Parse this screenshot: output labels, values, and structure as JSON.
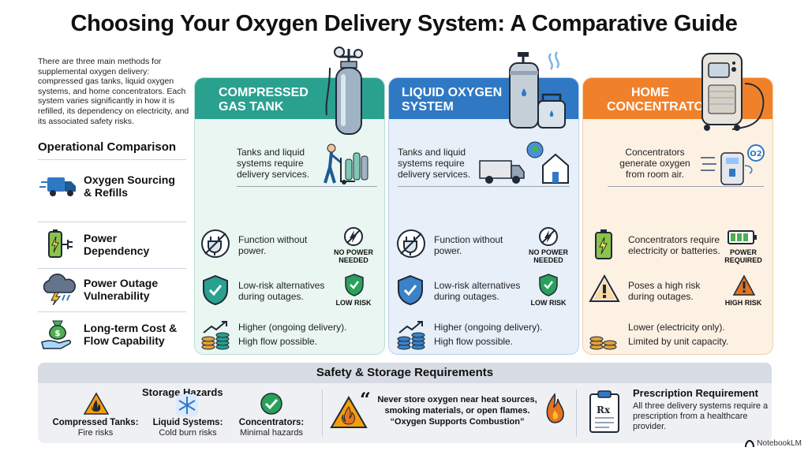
{
  "title": "Choosing Your Oxygen Delivery System: A Comparative Guide",
  "intro": "There are three main methods for supplemental oxygen delivery: compressed gas tanks, liquid oxygen systems, and home concentrators. Each system varies significantly in how it is refilled, its dependency on electricity, and its associated safety risks.",
  "operational": {
    "title": "Operational Comparison",
    "rows": [
      {
        "label_1": "Oxygen Sourcing",
        "label_2": "& Refills"
      },
      {
        "label_1": "Power",
        "label_2": "Dependency"
      },
      {
        "label_1": "Power Outage",
        "label_2": "Vulnerability"
      },
      {
        "label_1": "Long-term Cost &",
        "label_2": "Flow Capability"
      }
    ]
  },
  "columns": [
    {
      "title_1": "COMPRESSED",
      "title_2": "GAS TANK",
      "sourcing": "Tanks and liquid systems require delivery services.",
      "power": "Function without power.",
      "power_badge_1": "NO POWER",
      "power_badge_2": "NEEDED",
      "outage": "Low-risk alternatives during outages.",
      "outage_badge": "LOW RISK",
      "cost_1": "Higher (ongoing delivery).",
      "cost_2": "High flow possible."
    },
    {
      "title_1": "LIQUID OXYGEN",
      "title_2": "SYSTEM",
      "sourcing": "Tanks and liquid systems require delivery services.",
      "power": "Function without power.",
      "power_badge_1": "NO POWER",
      "power_badge_2": "NEEDED",
      "outage": "Low-risk alternatives during outages.",
      "outage_badge": "LOW RISK",
      "cost_1": "Higher (ongoing delivery).",
      "cost_2": "High flow possible."
    },
    {
      "title_1": "HOME",
      "title_2": "CONCENTRATOR",
      "sourcing": "Concentrators generate oxygen from room air.",
      "power": "Concentrators require electricity or batteries.",
      "power_badge_1": "POWER",
      "power_badge_2": "REQUIRED",
      "outage": "Poses a high risk during outages.",
      "outage_badge": "HIGH RISK",
      "cost_1": "Lower (electricity only).",
      "cost_2": "Limited by unit capacity."
    }
  ],
  "o2_label": "O2",
  "safety": {
    "title": "Safety & Storage Requirements",
    "storage_title": "Storage Hazards",
    "hazards": [
      {
        "name": "Compressed Tanks:",
        "desc": "Fire risks"
      },
      {
        "name": "Liquid Systems:",
        "desc": "Cold burn risks"
      },
      {
        "name": "Concentrators:",
        "desc": "Minimal hazards"
      }
    ],
    "quote_1": "Never store oxygen near heat sources, smoking materials, or open flames.",
    "quote_2": "“Oxygen Supports Combustion”",
    "rx_title": "Prescription Requirement",
    "rx_text": "All three delivery systems require a prescription from a healthcare provider.",
    "rx_symbol": "Rx"
  },
  "brand": "NotebookLM",
  "colors": {
    "compressed": "#2aa08f",
    "liquid": "#2f79c4",
    "concentrator": "#f0812a",
    "warning": "#e5731f",
    "safe": "#2aa05a"
  }
}
